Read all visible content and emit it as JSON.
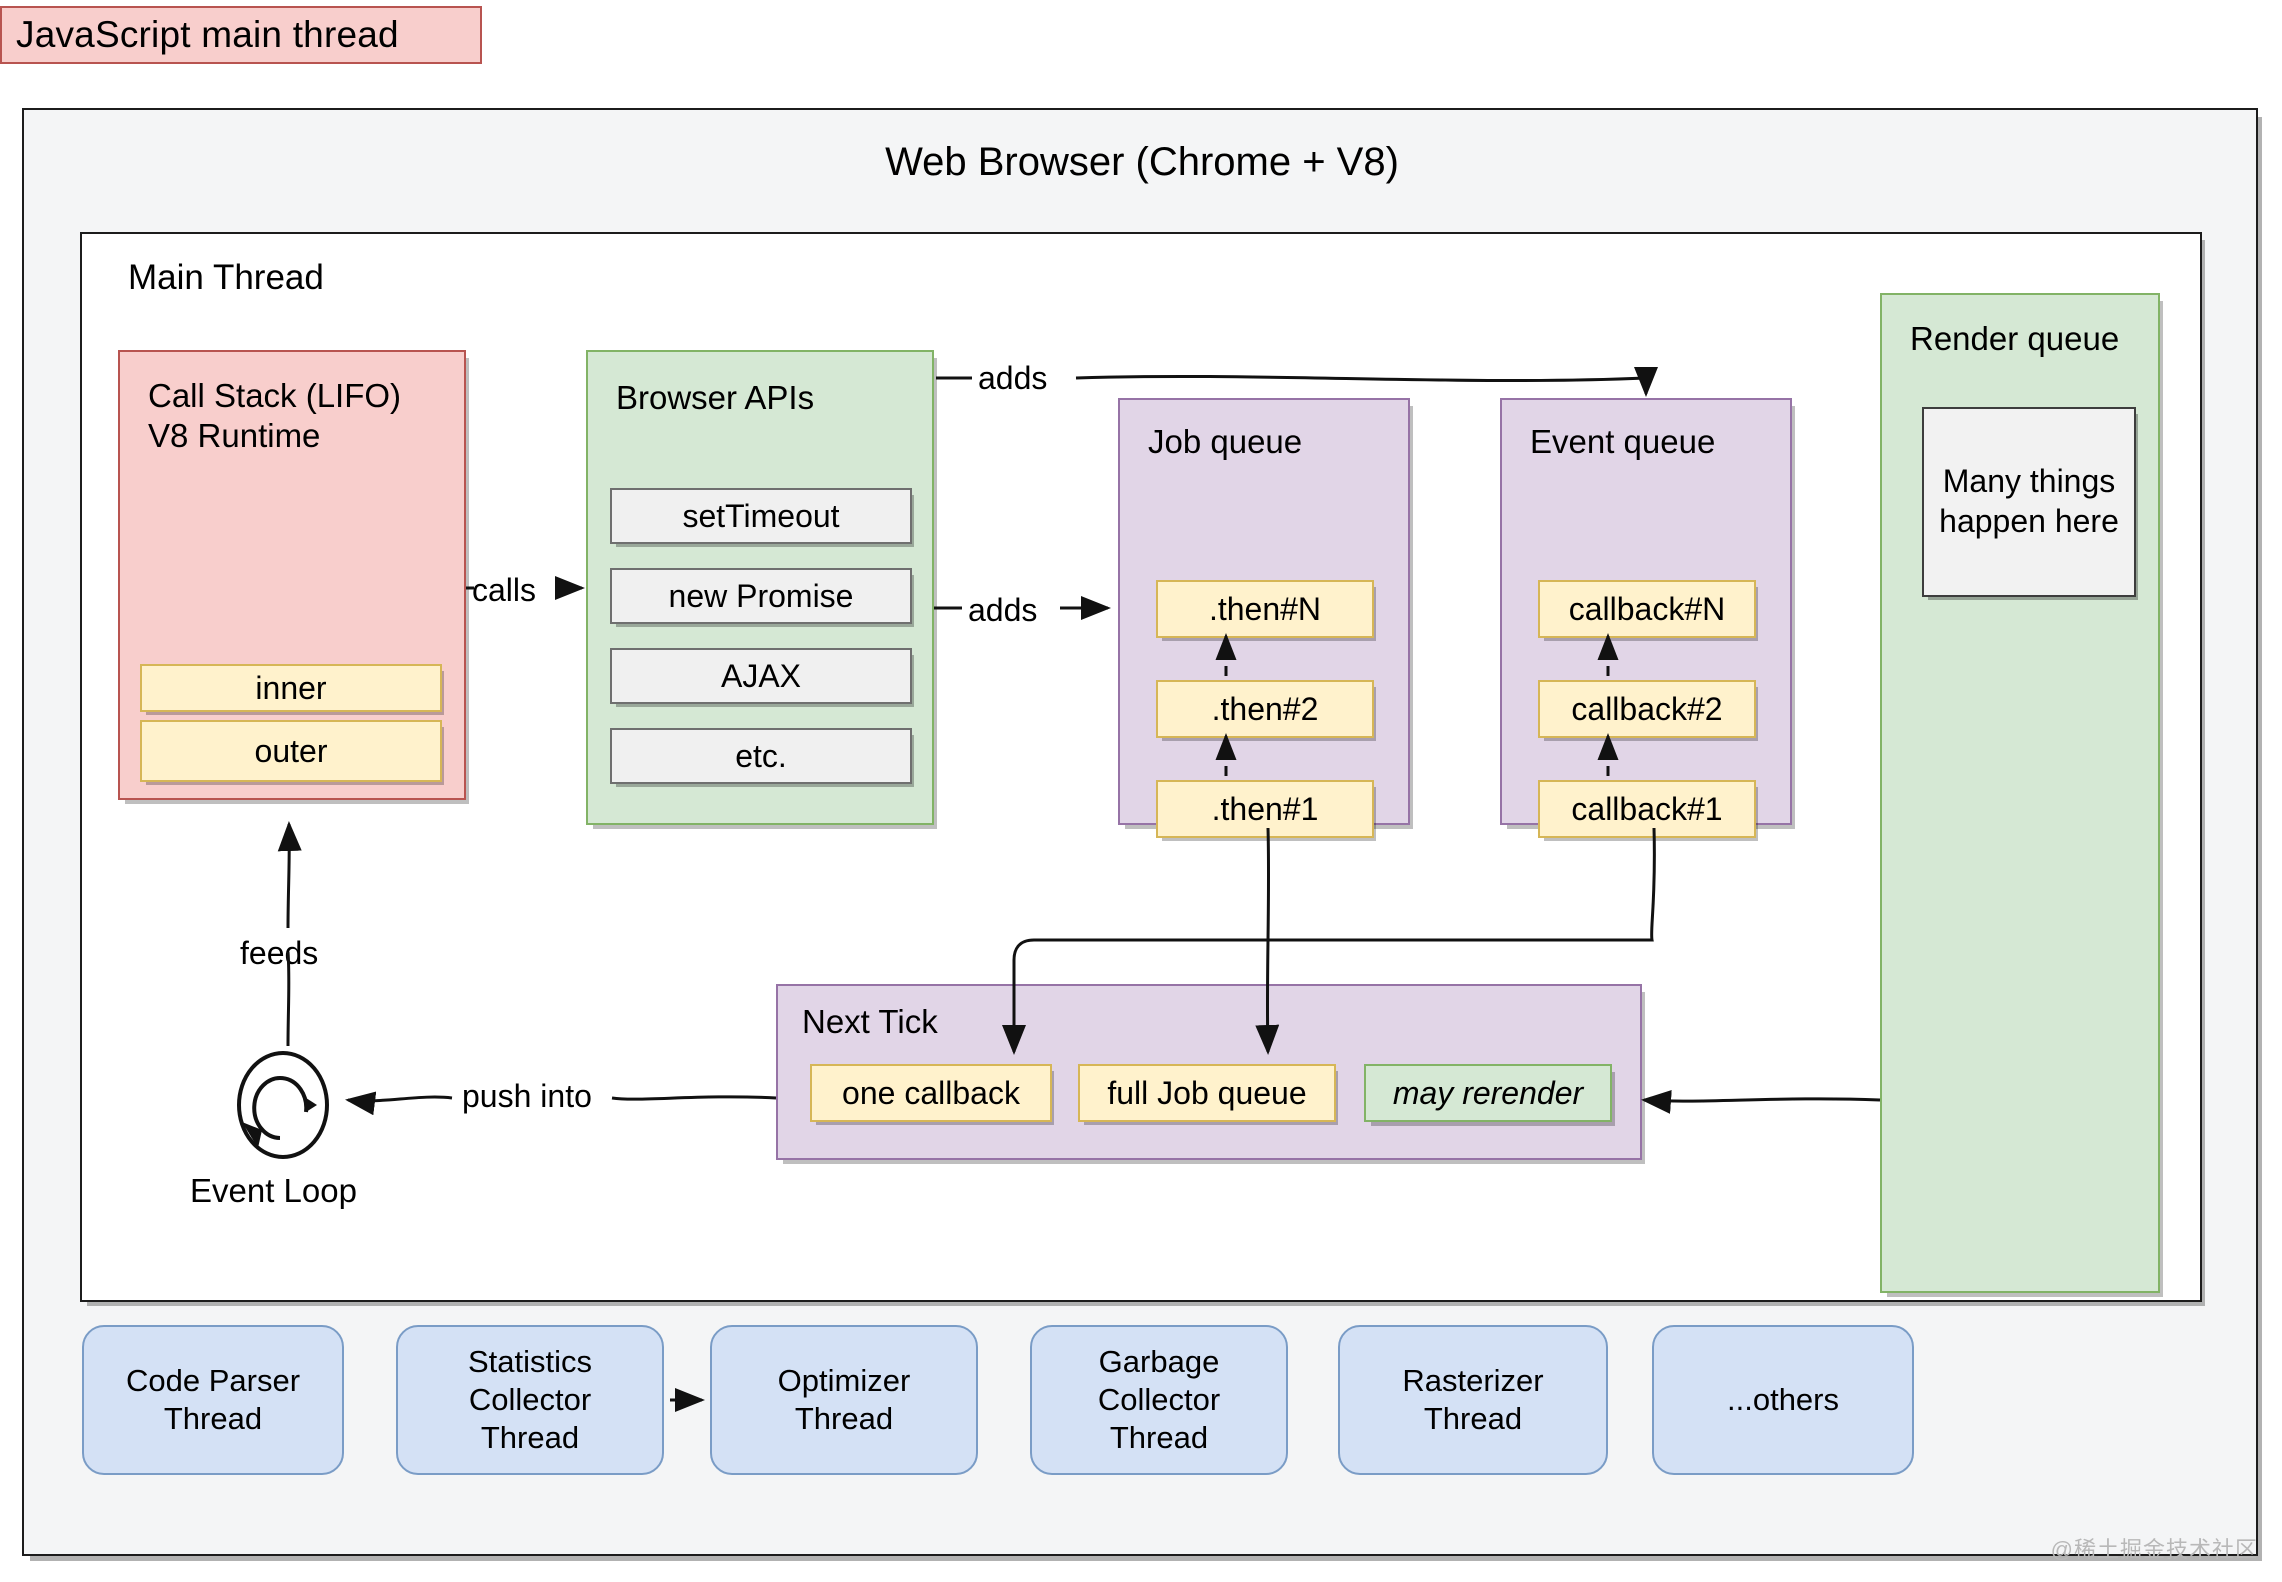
{
  "title_chip": {
    "label": "JavaScript main thread"
  },
  "browser": {
    "title": "Web Browser (Chrome + V8)"
  },
  "main_thread": {
    "label": "Main Thread"
  },
  "call_stack": {
    "label": "Call Stack (LIFO)\nV8 Runtime",
    "frames": [
      "inner",
      "outer"
    ]
  },
  "browser_apis": {
    "label": "Browser APIs",
    "items": [
      "setTimeout",
      "new Promise",
      "AJAX",
      "etc."
    ]
  },
  "job_queue": {
    "label": "Job queue",
    "items": [
      ".then#N",
      ".then#2",
      ".then#1"
    ]
  },
  "event_queue": {
    "label": "Event queue",
    "items": [
      "callback#N",
      "callback#2",
      "callback#1"
    ]
  },
  "render_queue": {
    "label": "Render queue",
    "inner": "Many things\nhappen here"
  },
  "next_tick": {
    "label": "Next Tick",
    "items": [
      "one callback",
      "full Job queue",
      "may rerender"
    ]
  },
  "event_loop": {
    "label": "Event Loop"
  },
  "edge_labels": {
    "calls": "calls",
    "adds_top": "adds",
    "adds_mid": "adds",
    "feeds": "feeds",
    "push_into": "push into"
  },
  "threads": [
    "Code Parser\nThread",
    "Statistics\nCollector\nThread",
    "Optimizer\nThread",
    "Garbage\nCollector\nThread",
    "Rasterizer\nThread",
    "...others"
  ],
  "watermark": "@稀土掘金技术社区",
  "colors": {
    "pink_fill": "#f8cecc",
    "pink_stroke": "#b85450",
    "green_fill": "#d5e8d4",
    "green_stroke": "#82b366",
    "purple_fill": "#e1d5e7",
    "purple_stroke": "#9673a6",
    "yellow_fill": "#fff2cc",
    "yellow_stroke": "#d6b656",
    "grey_fill": "#f0f0f0",
    "grey_stroke": "#6f6f6f",
    "blue_fill": "#d4e1f5",
    "blue_stroke": "#7a9cc6",
    "frame_fill": "#f4f5f6",
    "stroke": "#1c1c1c"
  }
}
